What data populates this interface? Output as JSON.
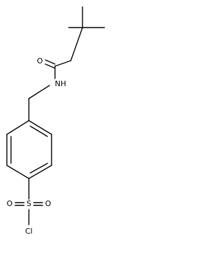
{
  "molecule": {
    "atoms": {
      "oxygen_carbonyl": "O",
      "nitrogen": "NH",
      "oxygen_sulfonyl_left": "O",
      "oxygen_sulfonyl_right": "O",
      "sulfur": "S",
      "chlorine": "Cl"
    }
  }
}
